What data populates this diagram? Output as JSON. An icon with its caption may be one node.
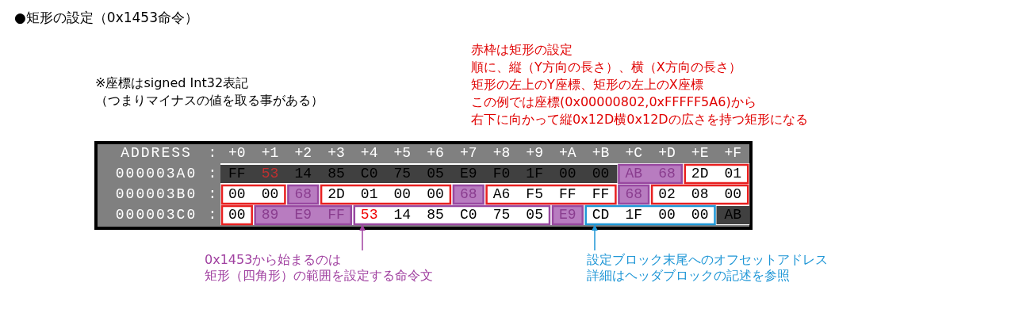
{
  "diagram": {
    "title": "●矩形の設定（0x1453命令）",
    "nodes": [
      {
        "text": [],
        "shape": "box"
      },
      {
        "text": [],
        "shape": "box"
      },
      {
        "text": [
          "0x1453から始まるのは",
          "矩形（四角形）の範囲を設定する命令文"
        ]
      },
      {
        "text": [
          "設定ブロック末尾へのオフセットアドレス",
          "詳細はヘッダブロックの記述を参照"
        ]
      }
    ],
    "edges": [
      {
        "from": 2,
        "to": 0,
        "arrow": "to",
        "color": "#a040a0"
      },
      {
        "from": 3,
        "to": 1,
        "arrow": "to",
        "color": "#1e96d6"
      }
    ],
    "labels": [
      "※座標はsigned Int32表記",
      "（つまりマイナスの値を取る事がある）",
      "赤枠は矩形の設定",
      "順に、縦（Y方向の長さ）、横（X方向の長さ）",
      "矩形の左上のY座標、矩形の左上のX座標",
      "この例では座標(0x00000802,0xFFFFF5A6)から",
      "右下に向かって縦0x12D横0x12Dの広さを持つ矩形になる",
      "ADDRESS",
      ":",
      "+0",
      "+1",
      "+2",
      "+3",
      "+4",
      "+5",
      "+6",
      "+7",
      "+8",
      "+9",
      "+A",
      "+B",
      "+C",
      "+D",
      "+E",
      "+F",
      "000003A0",
      ":",
      "FF",
      "53",
      "14",
      "85",
      "C0",
      "75",
      "05",
      "E9",
      "F0",
      "1F",
      "00",
      "00",
      "AB",
      "68",
      "2D",
      "01",
      "000003B0",
      ":",
      "00",
      "00",
      "68",
      "2D",
      "01",
      "00",
      "00",
      "68",
      "A6",
      "F5",
      "FF",
      "FF",
      "68",
      "02",
      "08",
      "00",
      "000003C0",
      ":",
      "00",
      "89",
      "E9",
      "FF",
      "53",
      "14",
      "85",
      "C0",
      "75",
      "05",
      "E9",
      "CD",
      "1F",
      "00",
      "00",
      "AB"
    ]
  }
}
